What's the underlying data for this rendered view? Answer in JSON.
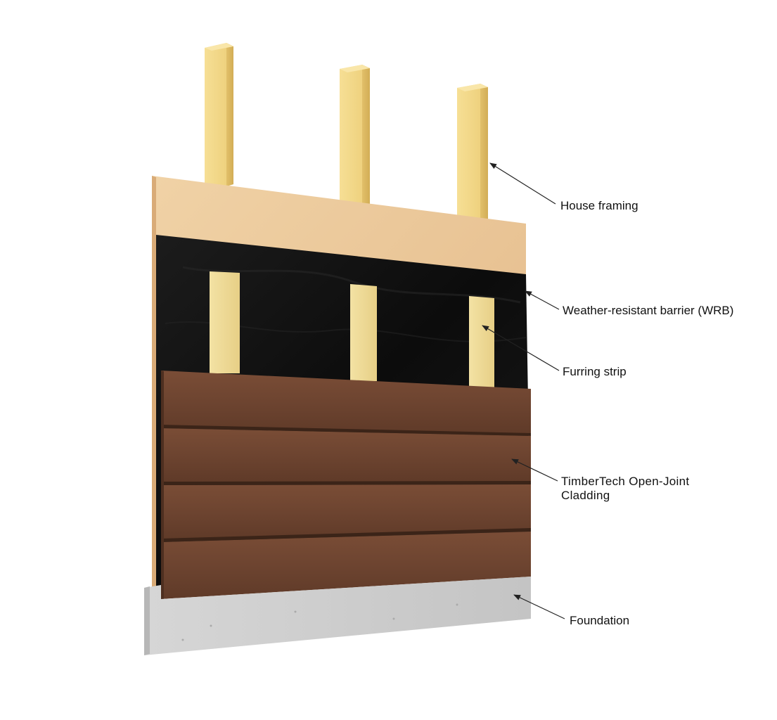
{
  "labels": {
    "house_framing": "House framing",
    "wrb": "Weather-resistant barrier (WRB)",
    "furring_strip": "Furring strip",
    "cladding_line1": "TimberTech Open-Joint",
    "cladding_line2": "Cladding",
    "foundation": "Foundation"
  },
  "colors": {
    "stud": "#f3d98a",
    "sheathing": "#ecc99a",
    "wrb": "#141414",
    "furring": "#f0dc98",
    "cladding": "#6e4530",
    "foundation": "#cfcfcf",
    "leader": "#222222"
  }
}
